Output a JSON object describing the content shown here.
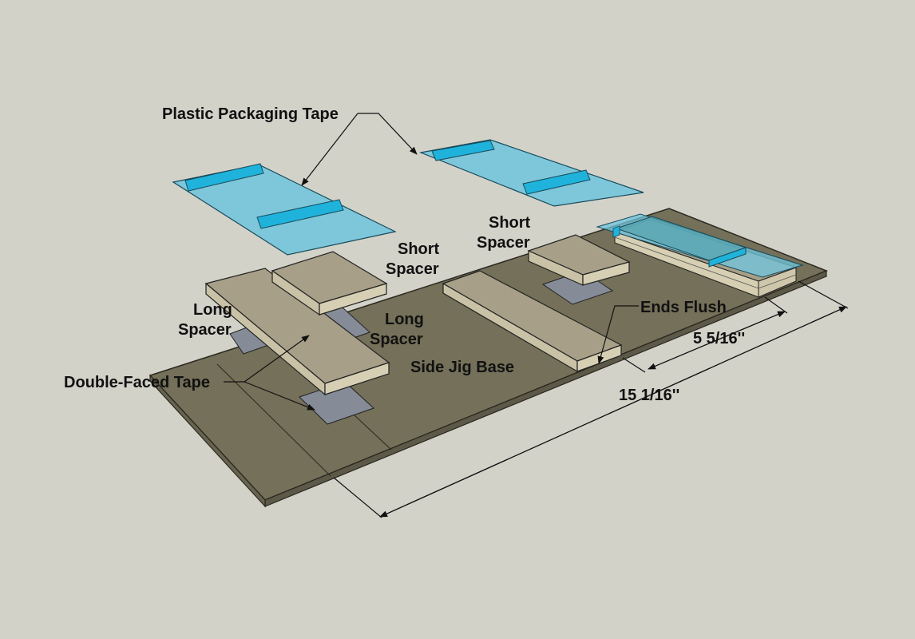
{
  "labels": {
    "plastic_tape": "Plastic Packaging Tape",
    "short_spacer_left": [
      "Short",
      "Spacer"
    ],
    "short_spacer_right": [
      "Short",
      "Spacer"
    ],
    "long_spacer_left": [
      "Long",
      "Spacer"
    ],
    "long_spacer_right": [
      "Long",
      "Spacer"
    ],
    "double_faced_tape": "Double-Faced Tape",
    "side_jig_base": "Side Jig Base",
    "ends_flush": "Ends Flush"
  },
  "dimensions": {
    "short": "5 5/16''",
    "long": "15 1/16''"
  },
  "colors": {
    "background": "#d3d2c9",
    "base_top": "#747059",
    "base_edge": "#5d5948",
    "spacer_top": "#a79f88",
    "spacer_side": "#d6cfb3",
    "tape_plastic": "#6fc6dd",
    "tape_plastic_fold": "#1fb3dc",
    "tape_double": "#858c98"
  }
}
